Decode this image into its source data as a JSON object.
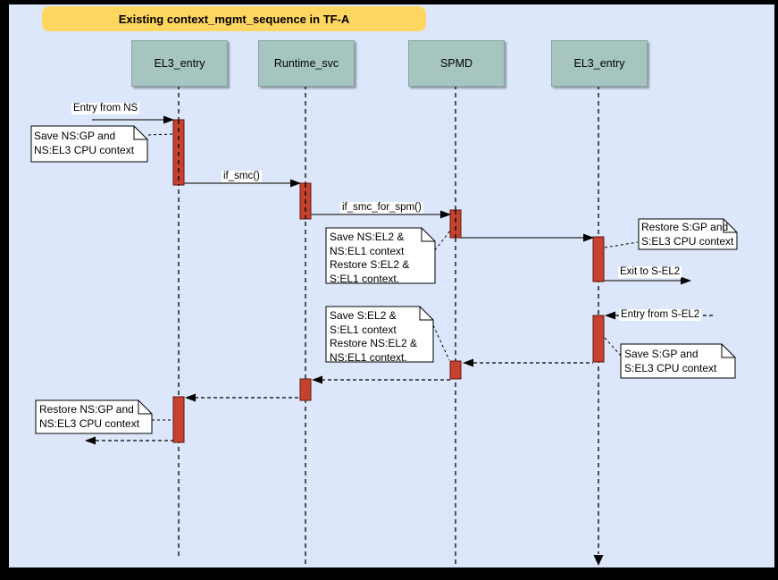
{
  "window": {
    "frame_color": "#000000",
    "background_color": "#dde7fb"
  },
  "title": {
    "label": "Existing context_mgmt_sequence in TF-A",
    "background_color": "#ffd65f"
  },
  "participants": [
    {
      "id": "el3-entry-left",
      "label": "EL3_entry"
    },
    {
      "id": "runtime-svc",
      "label": "Runtime_svc"
    },
    {
      "id": "spmd",
      "label": "SPMD"
    },
    {
      "id": "el3-entry-right",
      "label": "EL3_entry"
    }
  ],
  "messages": {
    "entry_from_ns": "Entry from NS",
    "if_smc": "if_smc()",
    "if_smc_for_spm": "if_smc_for_spm()",
    "exit_to_s_el2": "Exit to S-EL2",
    "entry_from_s_el2": "Entry from S-EL2"
  },
  "notes": {
    "save_ns_gp": "Save NS:GP and\nNS:EL3 CPU context",
    "save_ns_el2": "Save NS:EL2 &\nNS:EL1 context\nRestore S:EL2 &\nS:EL1 context.",
    "restore_s_gp": "Restore S:GP and\nS:EL3 CPU context",
    "save_s_gp": "Save S:GP and\nS:EL3 CPU context",
    "save_s_el2": "Save S:EL2 &\nS:EL1 context\nRestore NS:EL2 &\nNS:EL1 context.",
    "restore_ns_gp": "Restore NS:GP and\nNS:EL3 CPU context"
  },
  "colors": {
    "activation_fill": "#c5422e",
    "activation_border": "#63150c",
    "participant_fill": "#a6c5c0",
    "note_fill": "#ffffff",
    "line_color": "#000000",
    "solid_message_color": "#4a4a4a"
  }
}
